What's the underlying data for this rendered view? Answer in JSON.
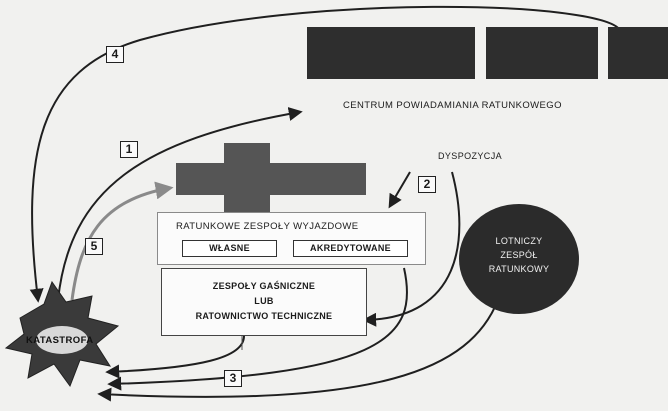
{
  "cpr": {
    "label": "CENTRUM POWIADAMIANIA RATUNKOWEGO"
  },
  "dispatch": {
    "label": "DYSPOZYCJA"
  },
  "zones": {
    "upper_label": "RATUNKOWE ZESPOŁY WYJAZDOWE",
    "own_label": "WŁASNE",
    "accredited_label": "AKREDYTOWANE",
    "fire_label": "ZESPOŁY GAŚNICZNE\nLUB\nRATOWNICTWO TECHNICZNE"
  },
  "air": {
    "label": "LOTNICZY\nZESPÓŁ\nRATUNKOWY"
  },
  "catastrophe": {
    "label": "KATASTROFA"
  },
  "steps": [
    "1",
    "2",
    "3",
    "4",
    "5"
  ],
  "colors": {
    "dark": "#2e2e2e",
    "cross": "#555555",
    "arrow": "#1f1f1f",
    "arrow_gray": "#8a8a8a"
  }
}
